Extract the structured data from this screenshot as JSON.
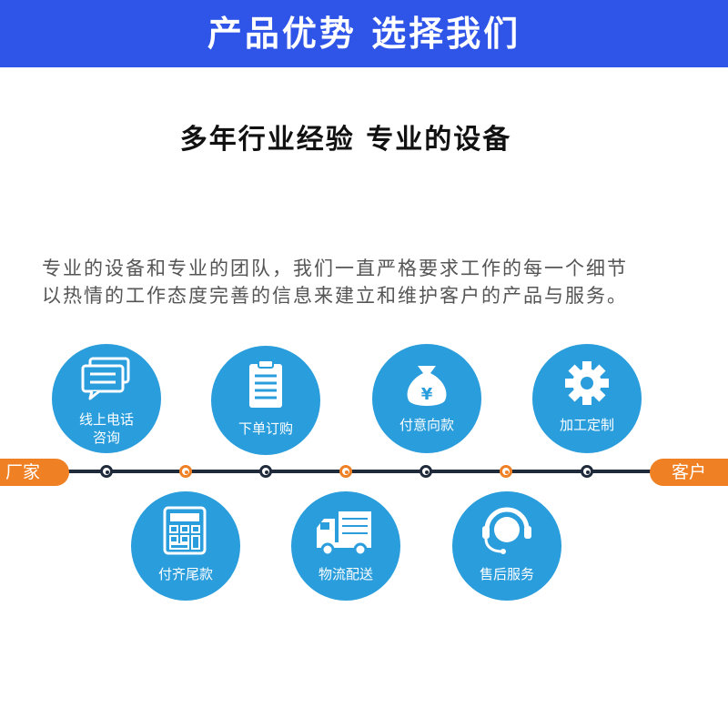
{
  "banner": {
    "title": "产品优势  选择我们"
  },
  "headline": "多年行业经验  专业的设备",
  "intro": {
    "line1": "专业的设备和专业的团队，我们一直严格要求工作的每一个细节",
    "line2": "以热情的工作态度完善的信息来建立和维护客户的产品与服务。"
  },
  "timeline": {
    "start_label": "厂家",
    "end_label": "客户"
  },
  "steps": [
    {
      "label_line1": "线上电话",
      "label_line2": "咨询",
      "icon": "chat-bubbles-icon"
    },
    {
      "label_line1": "付齐尾款",
      "icon": "calculator-icon"
    },
    {
      "label_line1": "下单订购",
      "icon": "clipboard-icon"
    },
    {
      "label_line1": "物流配送",
      "icon": "truck-icon"
    },
    {
      "label_line1": "付意向款",
      "icon": "money-bag-icon",
      "symbol": "¥"
    },
    {
      "label_line1": "售后服务",
      "icon": "headset-icon"
    },
    {
      "label_line1": "加工定制",
      "icon": "gear-icon"
    }
  ],
  "colors": {
    "banner": "#2f55e8",
    "circle": "#2a9ddc",
    "orange": "#f08024",
    "line": "#1f2b3a"
  }
}
